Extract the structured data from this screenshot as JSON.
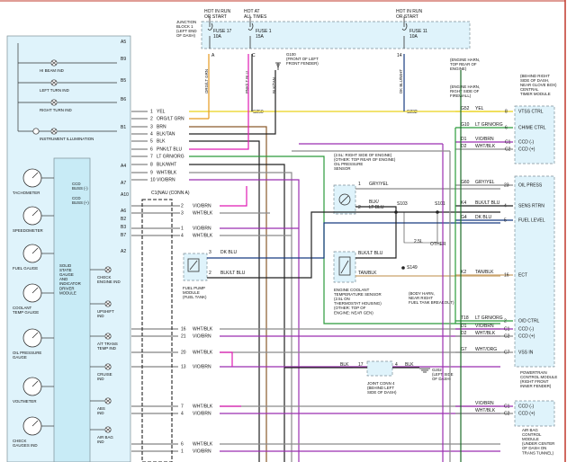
{
  "colors": {
    "yellow": "#e9d21c",
    "orange": "#e69a1e",
    "violet": "#9b2fb0",
    "magenta": "#e01bb5",
    "green": "#2b9b3b",
    "dkgreen": "#1e6d2a",
    "brown": "#8a5a2b",
    "blue": "#2767c8",
    "dkblue": "#173b80",
    "black": "#222222",
    "gray": "#8a8a8a",
    "tan": "#c9a26b",
    "lightblue": "#dff3fb",
    "frame": "#c0392b"
  },
  "top": {
    "hot_run_start_left": "HOT IN RUN\nOR START",
    "hot_all_times": "HOT AT\nALL TIMES",
    "hot_run_start_right": "HOT IN RUN\nOR START",
    "junction_block": "JUNCTION\nBLOCK 1\n(LEFT END\nOF DASH)",
    "fuse17": "FUSE 17\n10A",
    "fuse1": "FUSE 1\n15A",
    "fuse11": "FUSE 11\n10A",
    "wire_orglt_grn": "ORG/LT GRN",
    "wire_pnklt_blu": "PNK/LT BLU",
    "wire_blktan": "BLK/TAN",
    "wire_dkblu_wht": "DK BLU/WHT",
    "pin_a": "A",
    "pin_c": "C",
    "pin_14": "14",
    "g100": "G100\n(FRONT OF LEFT\nFRONT FENDER)",
    "s250": "S250",
    "s232": "S232"
  },
  "cluster": {
    "pins_right": [
      "A5",
      "B9",
      "B5",
      "B6",
      "B1",
      "A4",
      "A7",
      "A10",
      "A6",
      "B2",
      "B3",
      "B7",
      "A2"
    ],
    "lamps": [
      "HI BEAM IND",
      "LEFT TURN IND",
      "RIGHT TURN IND",
      "INSTRUMENT ILLUMINATION"
    ],
    "ccd_minus": "CCD\nBUSS (-)",
    "ccd_plus": "CCD\nBUSS (+)",
    "gauges": [
      "TACHOMETER",
      "SPEEDOMETER",
      "FUEL GAUGE",
      "COOLANT\nTEMP GAUGE",
      "OIL PRESSURE\nGAUGE",
      "VOLTMETER",
      "CHECK\nGAUGES IND"
    ],
    "driver_module": "SOLID\nSTATE\nGAUGE\nAND\nINDICATOR\nDRIVER\nMODULE",
    "indicators": [
      "CHECK\nENGINE IND",
      "UPSHIFT\nIND",
      "A/T TRANS\nTEMP IND",
      "CRUISE\nIND",
      "ABS\nIND",
      "AIR BAG\nIND"
    ]
  },
  "harness": {
    "upper_pins": [
      "1",
      "2",
      "3",
      "4",
      "5",
      "6",
      "7",
      "8",
      "9",
      "10"
    ],
    "upper_wires": [
      "YEL",
      "ORG/LT GRN",
      "BRN",
      "BLK/TAN",
      "BLK",
      "PNK/LT BLU",
      "LT GRN/ORG",
      "BLK/WHT",
      "WHT/BLK",
      "VIO/BRN"
    ],
    "c1": "C1(NAU (CONN A)",
    "lower_pins": [
      "2",
      "3",
      "1",
      "4"
    ],
    "lower_wires": [
      "VIO/BRN",
      "WHT/BLK",
      "VIO/BRN",
      "WHT/BLK"
    ],
    "bottom_pins": [
      "16",
      "21",
      "20",
      "13",
      "7",
      "4",
      "6",
      "1"
    ],
    "bottom_wires": [
      "WHT/BLK",
      "VIO/BRN",
      "WHT/BLK",
      "VIO/BRN",
      "WHT/BLK",
      "VIO/BRN",
      "WHT/BLK",
      "VIO/BRN"
    ]
  },
  "fuel_pump": {
    "label": "FUEL PUMP\nMODULE\n(FUEL TANK)",
    "pin3": "3",
    "pin2": "2",
    "wire3": "DK BLU",
    "wire2": "BLK/LT BLU"
  },
  "oil_sensor": {
    "label": "(2.5L: RIGHT SIDE OF ENGINE)\n(OTHER: TOP REAR OF ENGINE)\nOIL PRESSURE\nSENSOR",
    "wire1": "GRY/YEL",
    "wire2": "BLK/\nLT BLU",
    "pin1": "1",
    "pin2": "2"
  },
  "coolant_sensor": {
    "label": "ENGINE COOLANT\nTEMPERATURE SENSOR\n(2.5L ON\nTHERMOSTAT HOUSING)\n(OTHER: TOP OF\nENGINE: NEAR GEN)",
    "wire1": "BLK/LT BLU",
    "wire2": "TAN/BLK"
  },
  "splices": {
    "s103": "S103",
    "s101": "S101",
    "s149": "S149",
    "s103_note": "2.5L",
    "s101_note": "OTHER",
    "body_harness": "(BODY HARN,\nNEAR RIGHT\nFUEL TANK BREAKOUT)",
    "engine_harness_top": "(ENGINE HARN,\nTOP REAR OF\nENGINE)",
    "engine_harness_right": "(ENGINE HARN,\nRIGHT SIDE OF\nFIREWALL)"
  },
  "timer_module": {
    "location": "(BEHIND RIGHT\nSIDE OF DASH,\nNEAR GLOVE BOX)\nCENTRAL\nTIMER MODULE",
    "pins": [
      "G52",
      "G10",
      "D1",
      "D2"
    ],
    "wires": [
      "YEL",
      "LT GRN/ORG",
      "VIO/BRN",
      "WHT/BLK"
    ],
    "terminals": [
      "8",
      "6",
      "C1",
      "C2"
    ],
    "functions": [
      "VTSS CTRL",
      "CHIME CTRL",
      "CCD (-)",
      "CCD (+)"
    ]
  },
  "pcm": {
    "circuit_pins": [
      "G60",
      "K4",
      "G4",
      "K2",
      "T18",
      "D1",
      "D2",
      "G7"
    ],
    "circuit_wires": [
      "GRY/YEL",
      "BLK/LT BLU",
      "DK BLU",
      "TAN/BLK",
      "LT GRN/ORG",
      "VIO/BRN",
      "WHT/BLK",
      "WHT/ORG"
    ],
    "terminals": [
      "23",
      "4",
      "5",
      "16",
      "2",
      "C1",
      "C2",
      "C7"
    ],
    "functions": [
      "OIL PRESS",
      "SENS RTRN",
      "FUEL LEVEL",
      "ECT",
      "O/D CTRL",
      "CCD (-)",
      "CCD (+)",
      "VSS IN"
    ],
    "label": "POWERTRAIN\nCONTROL MODULE\n(RIGHT FRONT\nINNER FENDER)"
  },
  "joint": {
    "label": "JOINT CONN 4\n(BEHIND LEFT\nSIDE OF DASH)",
    "pin17": "17",
    "pin4": "4",
    "wire_left": "BLK",
    "wire_right": "BLK",
    "g202": "G202\n(LEFT SIDE\nOF DASH)"
  },
  "airbag": {
    "wires": [
      "VIO/BRN",
      "WHT/BLK"
    ],
    "terminals": [
      "C1",
      "C2"
    ],
    "functions": [
      "CCD (-)",
      "CCD (+)"
    ],
    "label": "AIR BAG\nCONTROL\nMODULE\n(UNDER CENTER\nOF DASH ON\nTRANS TUNNEL)"
  }
}
